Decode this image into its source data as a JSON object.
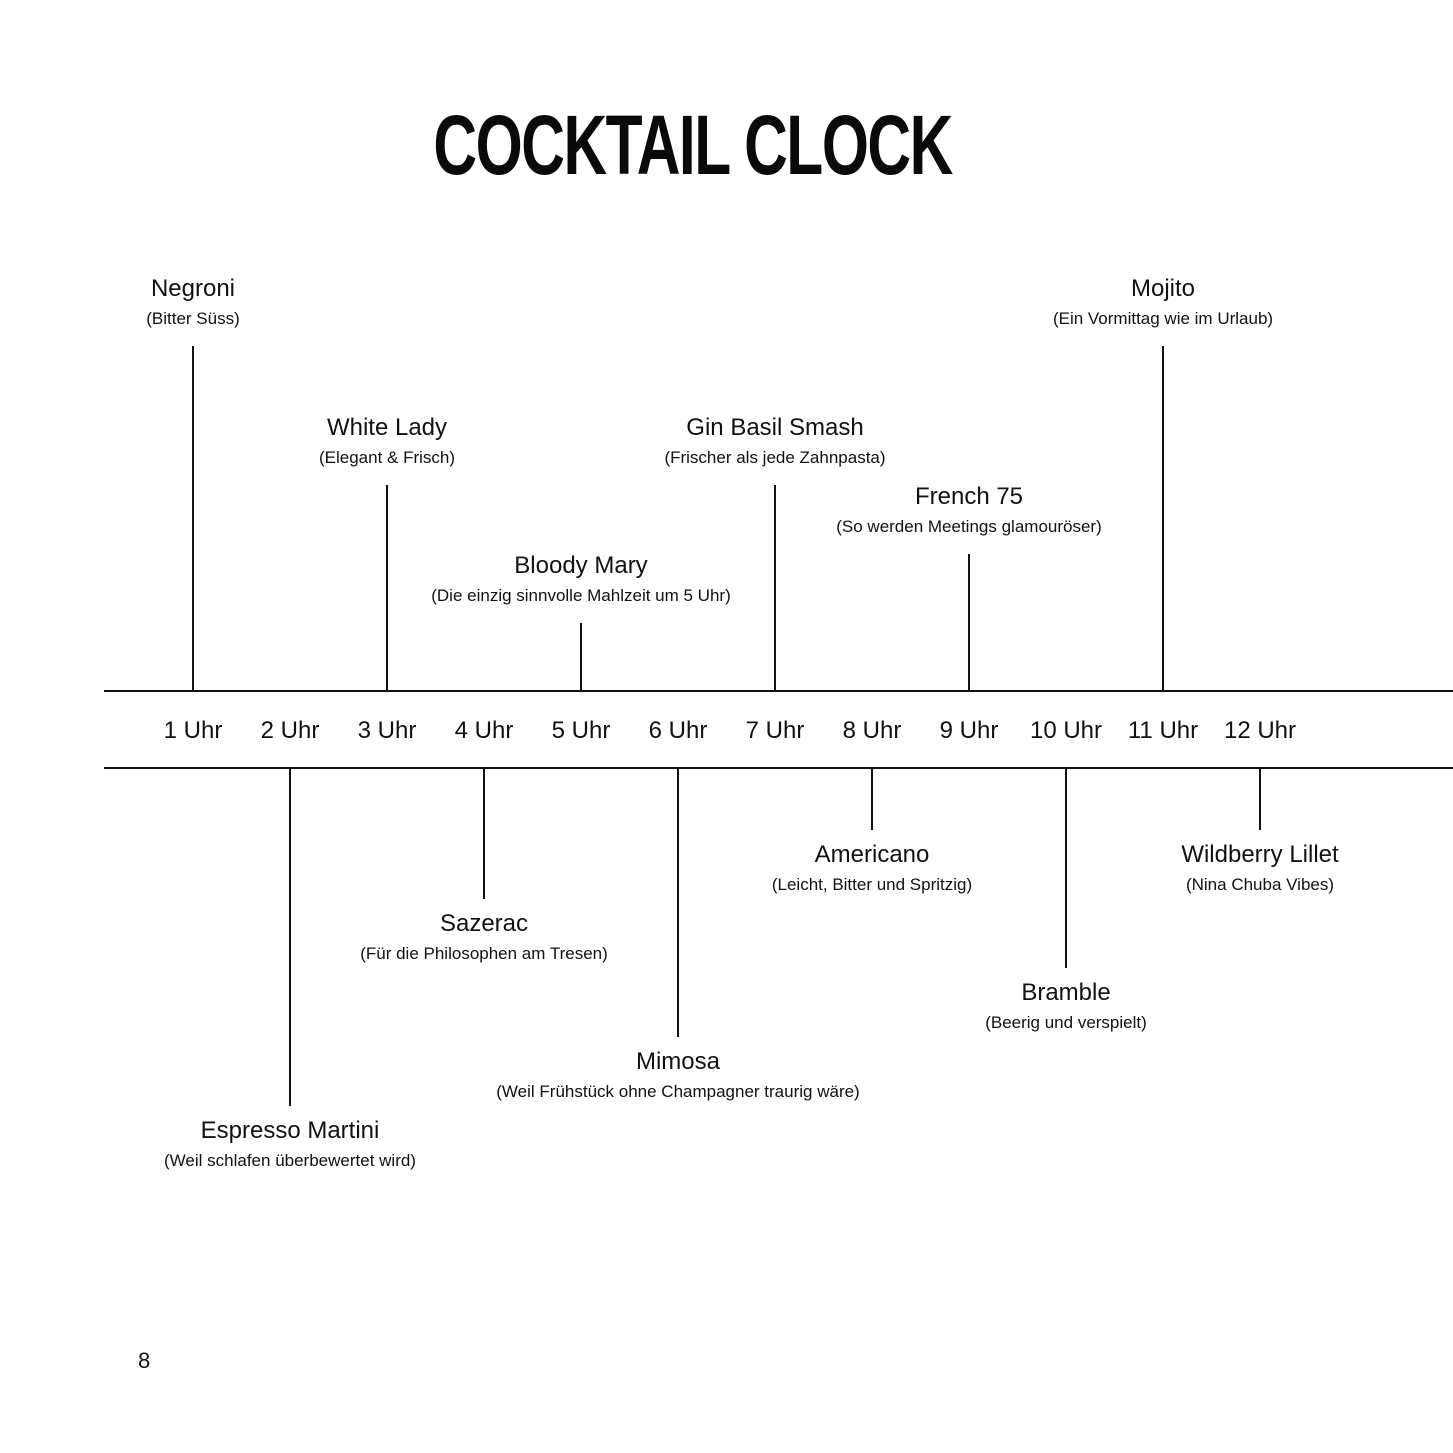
{
  "title": "COCKTAIL CLOCK",
  "page_number": "8",
  "hours": [
    "1 Uhr",
    "2 Uhr",
    "3 Uhr",
    "4 Uhr",
    "5 Uhr",
    "6 Uhr",
    "7 Uhr",
    "8 Uhr",
    "9 Uhr",
    "10 Uhr",
    "11 Uhr",
    "12 Uhr"
  ],
  "cocktails": [
    {
      "hour": 1,
      "position": "above",
      "name": "Negroni",
      "note": "(Bitter Süss)"
    },
    {
      "hour": 2,
      "position": "below",
      "name": "Espresso Martini",
      "note": "(Weil schlafen überbewertet wird)"
    },
    {
      "hour": 3,
      "position": "above",
      "name": "White Lady",
      "note": "(Elegant & Frisch)"
    },
    {
      "hour": 4,
      "position": "below",
      "name": "Sazerac",
      "note": "(Für die Philosophen am Tresen)"
    },
    {
      "hour": 5,
      "position": "above",
      "name": "Bloody Mary",
      "note": "(Die einzig sinnvolle Mahlzeit um 5 Uhr)"
    },
    {
      "hour": 6,
      "position": "below",
      "name": "Mimosa",
      "note": "(Weil Frühstück ohne Champagner traurig wäre)"
    },
    {
      "hour": 7,
      "position": "above",
      "name": "Gin Basil Smash",
      "note": "(Frischer als jede Zahnpasta)"
    },
    {
      "hour": 8,
      "position": "below",
      "name": "Americano",
      "note": "(Leicht, Bitter und Spritzig)"
    },
    {
      "hour": 9,
      "position": "above",
      "name": "French 75",
      "note": "(So werden Meetings glamouröser)"
    },
    {
      "hour": 10,
      "position": "below",
      "name": "Bramble",
      "note": "(Beerig und verspielt)"
    },
    {
      "hour": 11,
      "position": "above",
      "name": "Mojito",
      "note": "(Ein Vormittag wie im Urlaub)"
    },
    {
      "hour": 12,
      "position": "below",
      "name": "Wildberry Lillet",
      "note": "(Nina Chuba Vibes)"
    }
  ]
}
